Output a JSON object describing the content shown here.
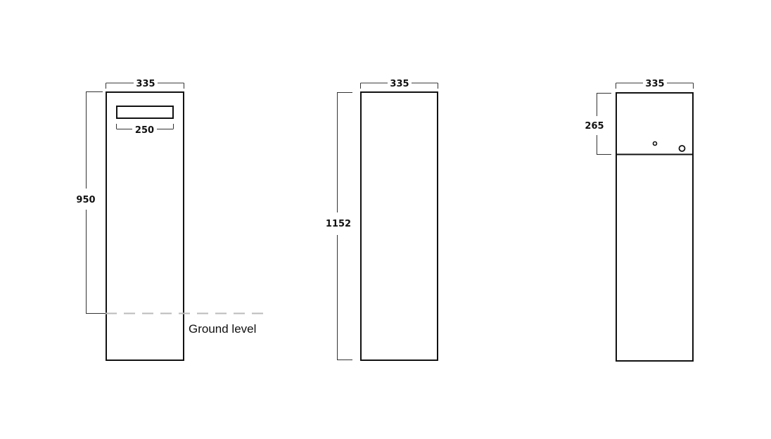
{
  "diagram": {
    "views": [
      {
        "id": "front-view",
        "width_label": "335",
        "height_label": "950",
        "slot_width_label": "250",
        "ground_label": "Ground level"
      },
      {
        "id": "side-view",
        "width_label": "335",
        "height_label": "1152"
      },
      {
        "id": "back-view",
        "width_label": "335",
        "upper_section_height_label": "265"
      }
    ],
    "colors": {
      "outline": "#111111",
      "dimension_line": "#333333",
      "ground_dash": "#bbbbbb",
      "background": "#ffffff"
    }
  }
}
